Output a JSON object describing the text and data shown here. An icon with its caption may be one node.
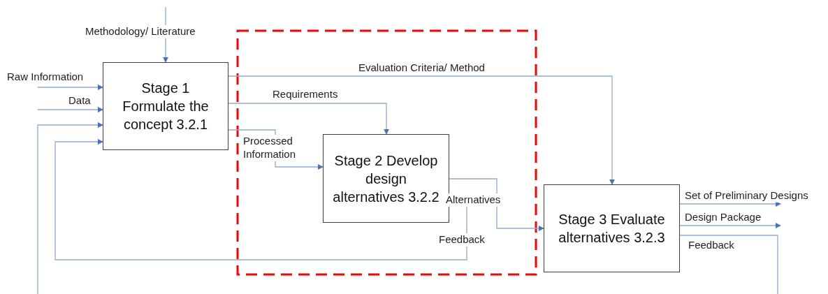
{
  "diagram": {
    "nodes": [
      {
        "text": [
          "Stage 1 Formulate the concept 3.2.1"
        ]
      },
      {
        "text": [
          "Stage 2 Develop design alternatives 3.2.2"
        ]
      },
      {
        "text": [
          "Stage 3 Evaluate alternatives 3.2.3"
        ]
      }
    ],
    "edges": [
      {
        "from": null,
        "to": 0,
        "arrow": "to",
        "label": "Methodology/ Literature"
      },
      {
        "from": null,
        "to": 0,
        "arrow": "to",
        "label": "Raw Information"
      },
      {
        "from": null,
        "to": 0,
        "arrow": "to",
        "label": "Data"
      },
      {
        "from": 0,
        "to": 2,
        "arrow": "to",
        "label": "Evaluation Criteria/ Method"
      },
      {
        "from": 0,
        "to": 1,
        "arrow": "to",
        "label": "Requirements"
      },
      {
        "from": 0,
        "to": 1,
        "arrow": "to",
        "label": "Processed Information"
      },
      {
        "from": 1,
        "to": 2,
        "arrow": "to",
        "label": "Alternatives"
      },
      {
        "from": 1,
        "to": 0,
        "arrow": "to",
        "label": "Feedback"
      },
      {
        "from": 2,
        "to": null,
        "arrow": "to",
        "label": "Set of Preliminary Designs"
      },
      {
        "from": 2,
        "to": null,
        "arrow": "to",
        "label": "Design Package"
      },
      {
        "from": 2,
        "to": null,
        "arrow": "none",
        "label": "Feedback"
      },
      {
        "from": null,
        "to": 0,
        "arrow": "to"
      }
    ]
  }
}
